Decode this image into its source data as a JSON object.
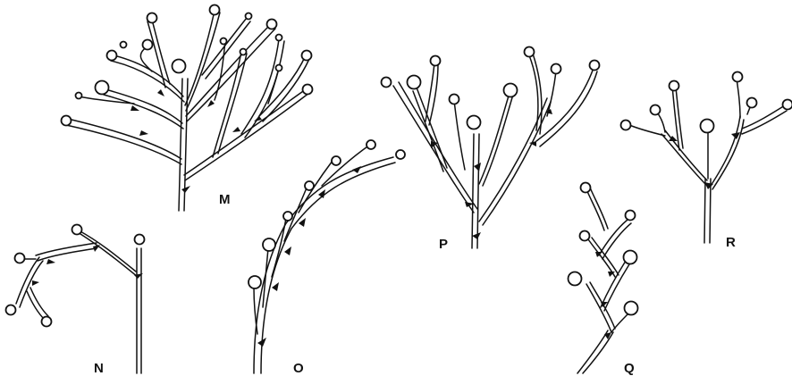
{
  "figure": {
    "panels": [
      {
        "id": "m",
        "label": "M"
      },
      {
        "id": "n",
        "label": "N"
      },
      {
        "id": "o",
        "label": "O"
      },
      {
        "id": "p",
        "label": "P"
      },
      {
        "id": "q",
        "label": "Q"
      },
      {
        "id": "r",
        "label": "R"
      }
    ]
  },
  "colors": {
    "ink": "#111111",
    "background": "#ffffff"
  }
}
